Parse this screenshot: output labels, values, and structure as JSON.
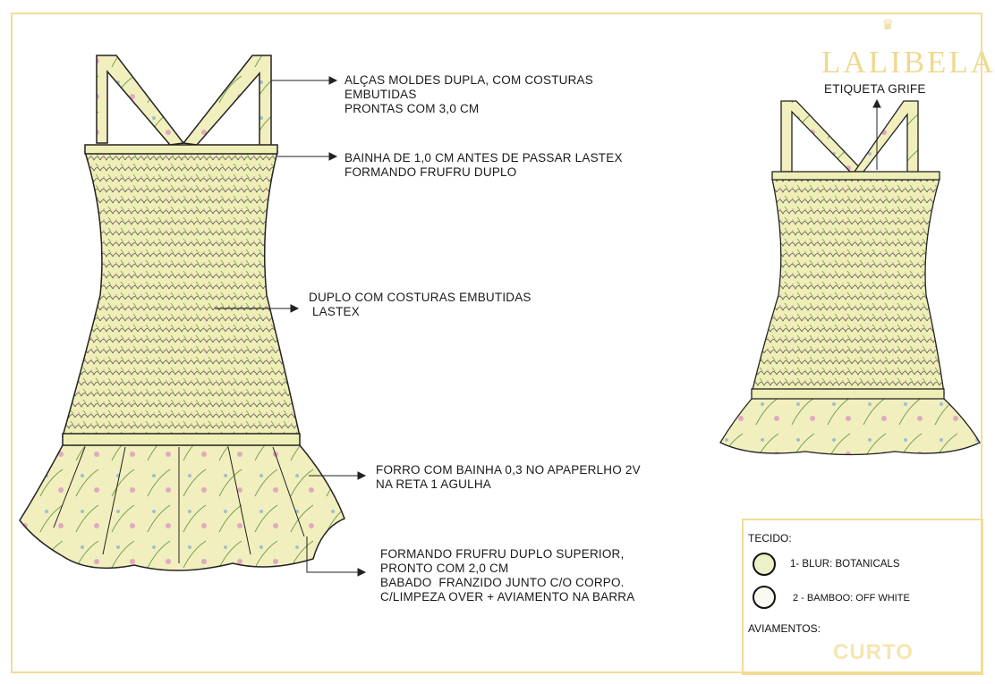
{
  "brand": {
    "logo_text": "LALIBELA",
    "label_note": "ETIQUETA GRIFE"
  },
  "annotations": [
    "ALÇAS MOLDES DUPLA, COM COSTURAS\nEMBUTIDAS\nPRONTAS COM 3,0 CM",
    "BAINHA DE 1,0 CM ANTES DE PASSAR LASTEX\nFORMANDO FRUFRU DUPLO",
    "DUPLO COM COSTURAS EMBUTIDAS\n LASTEX",
    "FORRO COM BAINHA 0,3 NO APAPERLHO 2V\nNA RETA 1 AGULHA",
    "FORMANDO FRUFRU DUPLO SUPERIOR,\nPRONTO COM 2,0 CM\nBABADO  FRANZIDO JUNTO C/O CORPO.\nC/LIMPEZA OVER + AVIAMENTO NA BARRA"
  ],
  "legend": {
    "fabric_title": "TECIDO:",
    "fabrics": [
      {
        "label": "1- BLUR: BOTANICALS",
        "color": "#eef0c8"
      },
      {
        "label": "2 - BAMBOO:  OFF WHITE",
        "color": "#fbfaf0"
      }
    ],
    "trims_title": "AVIAMENTOS:",
    "watermark": "CURTO"
  },
  "colors": {
    "frame": "#f2dc98",
    "fabric": "#eeedb4",
    "accent_pink": "#d77ac0"
  }
}
